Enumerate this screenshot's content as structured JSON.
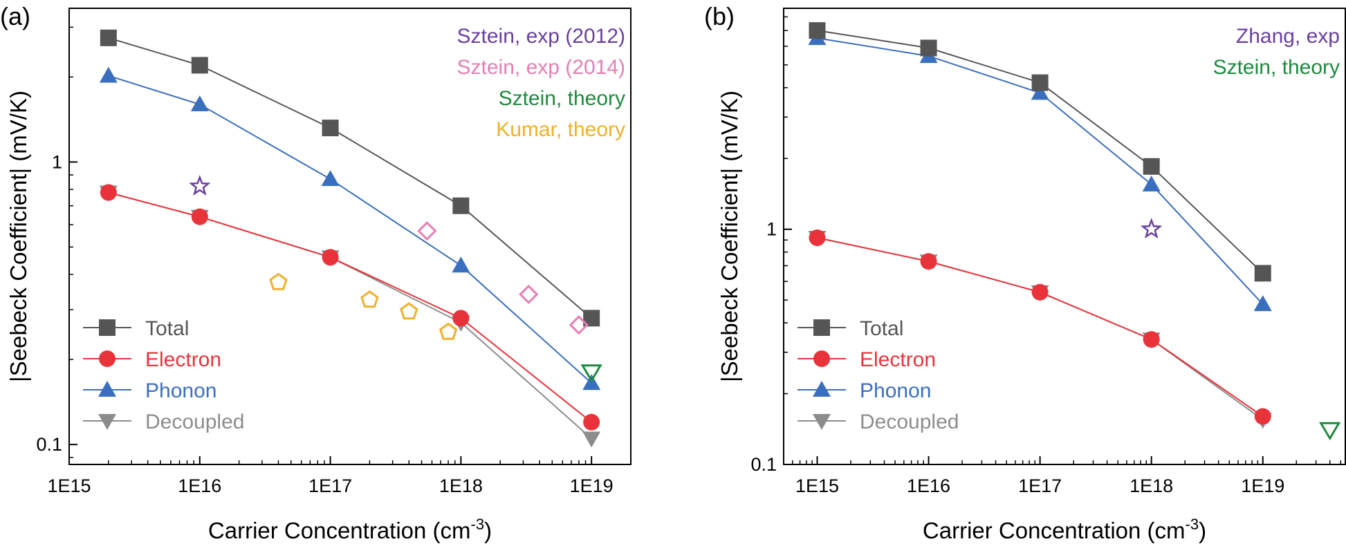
{
  "chart_data": [
    {
      "panel_label": "(a)",
      "type": "line",
      "xscale": "log",
      "yscale": "log",
      "xlim": [
        1000000000000000.0,
        2e+19
      ],
      "ylim": [
        0.085,
        3.5
      ],
      "xlabel": {
        "base": "Carrier Concentration (cm",
        "sup": "-3",
        "tail": ")"
      },
      "ylabel": "|Seebeck Coefficient| (mV/K)",
      "xticks": [
        {
          "value": 1e+16,
          "label": "1E16"
        },
        {
          "value": 1e+17,
          "label": "1E17"
        },
        {
          "value": 1e+18,
          "label": "1E18"
        },
        {
          "value": 1e+19,
          "label": "1E19"
        }
      ],
      "xtick_extra": [
        {
          "value": 1000000000000000.0,
          "label": "1E15"
        }
      ],
      "yticks": [
        {
          "value": 0.1,
          "label": "0.1"
        },
        {
          "value": 1,
          "label": "1"
        }
      ],
      "legend_position": "bottom-left",
      "series": [
        {
          "name": "Total",
          "color": "#555555",
          "marker": "square",
          "x": [
            2000000000000000.0,
            1e+16,
            1e+17,
            1e+18,
            1e+19
          ],
          "y": [
            2.75,
            2.2,
            1.32,
            0.7,
            0.28
          ]
        },
        {
          "name": "Electron",
          "color": "#e8333b",
          "marker": "circle",
          "x": [
            2000000000000000.0,
            1e+16,
            1e+17,
            1e+18,
            1e+19
          ],
          "y": [
            0.78,
            0.64,
            0.46,
            0.28,
            0.12
          ]
        },
        {
          "name": "Phonon",
          "color": "#3a6fbf",
          "marker": "triangle-up",
          "x": [
            2000000000000000.0,
            1e+16,
            1e+17,
            1e+18,
            1e+19
          ],
          "y": [
            2.02,
            1.6,
            0.87,
            0.43,
            0.165
          ]
        },
        {
          "name": "Decoupled",
          "color": "#8c8c8c",
          "marker": "triangle-down",
          "x": [
            2000000000000000.0,
            1e+16,
            1e+17,
            1e+18,
            1e+19
          ],
          "y": [
            0.78,
            0.64,
            0.46,
            0.27,
            0.105
          ]
        }
      ],
      "annotations": [
        {
          "text": "Sztein, exp (2012)",
          "color": "#6a3fa0",
          "marker": "star-open",
          "points": [
            {
              "x": 1e+16,
              "y": 0.82
            }
          ]
        },
        {
          "text": "Sztein, exp (2014)",
          "color": "#e57fb3",
          "marker": "diamond-open",
          "points": [
            {
              "x": 5.5e+17,
              "y": 0.57
            },
            {
              "x": 3.3e+18,
              "y": 0.34
            },
            {
              "x": 8e+18,
              "y": 0.265
            }
          ]
        },
        {
          "text": "Sztein, theory",
          "color": "#1e8a3e",
          "marker": "triangle-down-open",
          "points": [
            {
              "x": 1e+19,
              "y": 0.18
            }
          ]
        },
        {
          "text": "Kumar, theory",
          "color": "#f2b02a",
          "marker": "pentagon-open",
          "points": [
            {
              "x": 4e+16,
              "y": 0.375
            },
            {
              "x": 2e+17,
              "y": 0.325
            },
            {
              "x": 4e+17,
              "y": 0.295
            },
            {
              "x": 8e+17,
              "y": 0.25
            }
          ]
        }
      ]
    },
    {
      "panel_label": "(b)",
      "type": "line",
      "xscale": "log",
      "yscale": "log",
      "xlim": [
        500000000000000.0,
        5.5e+19
      ],
      "ylim": [
        0.1,
        8.7
      ],
      "xlabel": {
        "base": "Carrier Concentration (cm",
        "sup": "-3",
        "tail": ")"
      },
      "ylabel": "|Seebeck Coefficient| (mV/K)",
      "xticks": [
        {
          "value": 1000000000000000.0,
          "label": "1E15"
        },
        {
          "value": 1e+16,
          "label": "1E16"
        },
        {
          "value": 1e+17,
          "label": "1E17"
        },
        {
          "value": 1e+18,
          "label": "1E18"
        },
        {
          "value": 1e+19,
          "label": "1E19"
        }
      ],
      "xtick_extra": [],
      "yticks": [
        {
          "value": 0.1,
          "label": "0.1"
        },
        {
          "value": 1,
          "label": "1"
        }
      ],
      "legend_position": "bottom-left",
      "series": [
        {
          "name": "Total",
          "color": "#555555",
          "marker": "square",
          "x": [
            1000000000000000.0,
            1e+16,
            1e+17,
            1e+18,
            1e+19
          ],
          "y": [
            7.0,
            5.9,
            4.2,
            1.85,
            0.65
          ]
        },
        {
          "name": "Electron",
          "color": "#e8333b",
          "marker": "circle",
          "x": [
            1000000000000000.0,
            1e+16,
            1e+17,
            1e+18,
            1e+19
          ],
          "y": [
            0.92,
            0.73,
            0.54,
            0.34,
            0.16
          ]
        },
        {
          "name": "Phonon",
          "color": "#3a6fbf",
          "marker": "triangle-up",
          "x": [
            1000000000000000.0,
            1e+16,
            1e+17,
            1e+18,
            1e+19
          ],
          "y": [
            6.5,
            5.45,
            3.8,
            1.55,
            0.48
          ]
        },
        {
          "name": "Decoupled",
          "color": "#8c8c8c",
          "marker": "triangle-down",
          "x": [
            1000000000000000.0,
            1e+16,
            1e+17,
            1e+18,
            1e+19
          ],
          "y": [
            0.92,
            0.73,
            0.54,
            0.34,
            0.155
          ]
        }
      ],
      "annotations": [
        {
          "text": "Zhang, exp",
          "color": "#6a3fa0",
          "marker": "star-open",
          "points": [
            {
              "x": 1e+18,
              "y": 1.0
            }
          ]
        },
        {
          "text": "Sztein, theory",
          "color": "#1e8a3e",
          "marker": "triangle-down-open",
          "points": [
            {
              "x": 4e+19,
              "y": 0.14
            }
          ]
        }
      ]
    }
  ]
}
